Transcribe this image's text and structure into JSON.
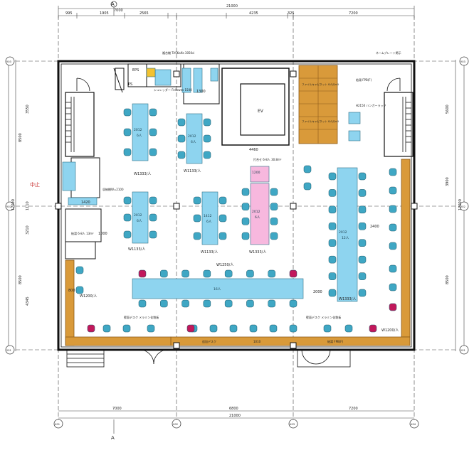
{
  "section_mark": "A",
  "dims_top": {
    "total": "21000",
    "left": "7000",
    "segments": [
      "995",
      "1905",
      "2565",
      "4235",
      "325",
      "7200"
    ]
  },
  "dims_bottom": {
    "segments": [
      "7000",
      "6800",
      "7200"
    ],
    "total": "21000"
  },
  "dims_left": [
    "3550",
    "8500",
    "1110",
    "3210",
    "8500",
    "4345"
  ],
  "dims_left_total": "17000",
  "dims_right": [
    "5600",
    "3900",
    "8500"
  ],
  "dims_right_total": "17000",
  "axis_y": [
    "Y03",
    "Y02",
    "Y01"
  ],
  "axis_x": [
    "X01",
    "X02",
    "X03",
    "X04"
  ],
  "rooms": {
    "ev": "EV",
    "eps": "EPS",
    "ps": "PS"
  },
  "labels": {
    "shredder": "シュレッダー\nFellowes 1500",
    "copier": "複合機\nTASKalfa 3050ci",
    "locker1": "ファイルキャビネット\n8人分×4",
    "locker2": "ファイルキャビネット\n8人分×4",
    "kitchen": "給湯 FPB(F)",
    "hanger": "H2150\nハンガーラック",
    "nameplate": "ネームプレート掲示",
    "storage_left": "収納棚W=2100",
    "stop": "中止",
    "room_info_center": "打合せ\n6-8人\n30.8m²",
    "room_info_left": "給湯\n6-8人\n13m²",
    "wall_desk_bl": "壁面デスク\nメラミン化粧板",
    "wall_desk_br": "壁面デスク\nメラミン化粧板",
    "bottom_right": "給湯 FPB(F)",
    "bottom_mid": "追加デスク",
    "wall_desk_mid": "1010"
  },
  "furniture": {
    "width_2012": "2012",
    "width_1412": "1412",
    "width_1200": "1200",
    "width_1000": "1000",
    "width_1300": "1300",
    "width_2400": "2400",
    "width_2000": "2000",
    "width_4460": "4460",
    "width_1420": "1420",
    "width_800": "800",
    "persons_6": "6人",
    "persons_12": "12人",
    "persons_16": "16人",
    "w1333": "W1333/人",
    "w1133": "W1133/人",
    "w1250": "W1250/人",
    "w1200": "W1200/人"
  },
  "colors": {
    "desk_blue": "#8ed4ef",
    "desk_pink": "#f7b8de",
    "chair": "#3fa7c4",
    "chair_red": "#c2185b",
    "wood": "#d99a3a",
    "line": "#222222"
  }
}
